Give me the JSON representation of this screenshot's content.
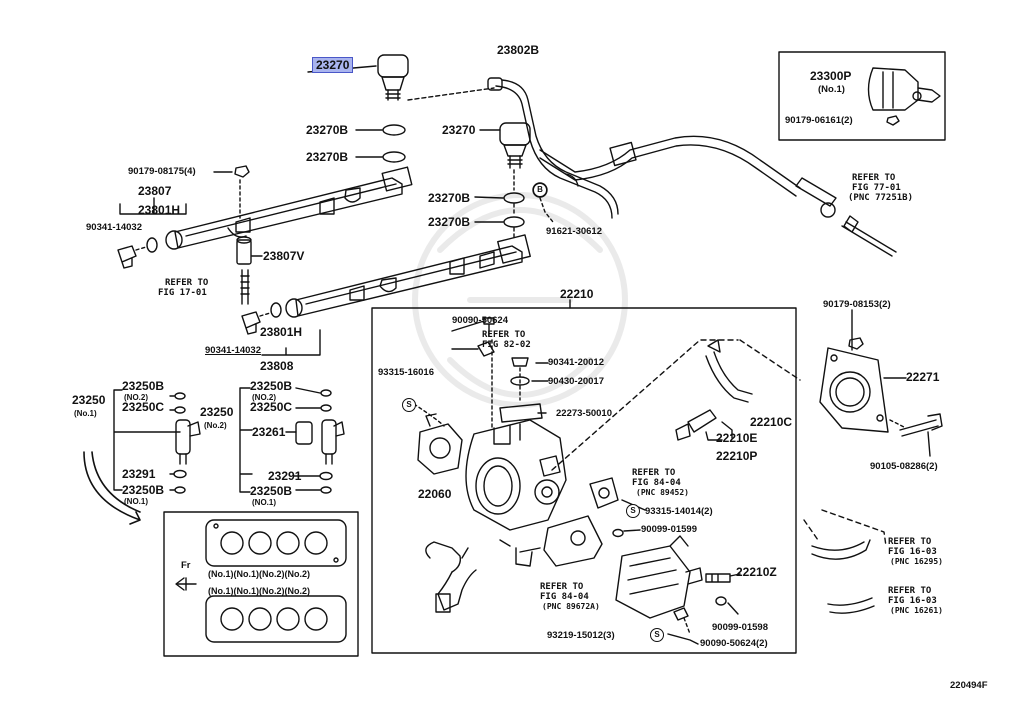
{
  "figure_id": "220494F",
  "labels": {
    "p23270_top": "23270",
    "p23802B": "23802B",
    "p23270B_1": "23270B",
    "p23270B_2": "23270B",
    "p23270_mid": "23270",
    "p23270B_3": "23270B",
    "p23270B_4": "23270B",
    "p91621": "91621-30612",
    "p90179_08175": "90179-08175(4)",
    "p23807": "23807",
    "p23801H_1": "23801H",
    "p90341_1": "90341-14032",
    "p23807V": "23807V",
    "p23801H_2": "23801H",
    "p90341_2": "90341-14032",
    "p23808": "23808",
    "p23300P": "23300P",
    "p23300P_no": "(No.1)",
    "p90179_06161": "90179-06161(2)",
    "p22210": "22210",
    "p90090_50624": "90090-50624",
    "p90341_20012": "90341-20012",
    "p90430_20017": "90430-20017",
    "p22273": "22273-50010",
    "p93315_16016": "93315-16016",
    "p22060": "22060",
    "p93315_14014": "93315-14014(2)",
    "p90099_01599": "90099-01599",
    "p22210Z": "22210Z",
    "p90099_01598": "90099-01598",
    "p93219": "93219-15012(3)",
    "p90090_50624_2": "90090-50624(2)",
    "p22210C": "22210C",
    "p22210E": "22210E",
    "p22210P": "22210P",
    "p90179_08153": "90179-08153(2)",
    "p22271": "22271",
    "p90105": "90105-08286(2)",
    "p23250_1": "23250",
    "p23250_1_no": "(No.1)",
    "p23250B_a": "23250B",
    "p23250B_a_no": "(NO.2)",
    "p23250C_a": "23250C",
    "p23291_a": "23291",
    "p23250B_b": "23250B",
    "p23250B_b_no": "(NO.1)",
    "p23250_2": "23250",
    "p23250_2_no": "(No.2)",
    "p23250B_c": "23250B",
    "p23250B_c_no": "(NO.2)",
    "p23250C_b": "23250C",
    "p23261": "23261",
    "p23291_b": "23291",
    "p23250B_d": "23250B",
    "p23250B_d_no": "(NO.1)"
  },
  "refs": {
    "r77_1": "REFER TO",
    "r77_2": "FIG 77-01",
    "r77_3": "(PNC 77251B)",
    "r17_1": "REFER TO",
    "r17_2": "FIG 17-01",
    "r82_1": "REFER TO",
    "r82_2": "FIG 82-02",
    "r84a_1": "REFER TO",
    "r84a_2": "FIG 84-04",
    "r84a_3": "(PNC 89452)",
    "r84b_1": "REFER TO",
    "r84b_2": "FIG 84-04",
    "r84b_3": "(PNC 89672A)",
    "r16a_1": "REFER TO",
    "r16a_2": "FIG 16-03",
    "r16a_3": "(PNC 16295)",
    "r16b_1": "REFER TO",
    "r16b_2": "FIG 16-03",
    "r16b_3": "(PNC 16261)"
  },
  "s_mark": "S",
  "gasket_inset": {
    "fr_label": "Fr",
    "row1": "(No.1)(No.1)(No.2)(No.2)",
    "row2": "(No.1)(No.1)(No.2)(No.2)"
  }
}
